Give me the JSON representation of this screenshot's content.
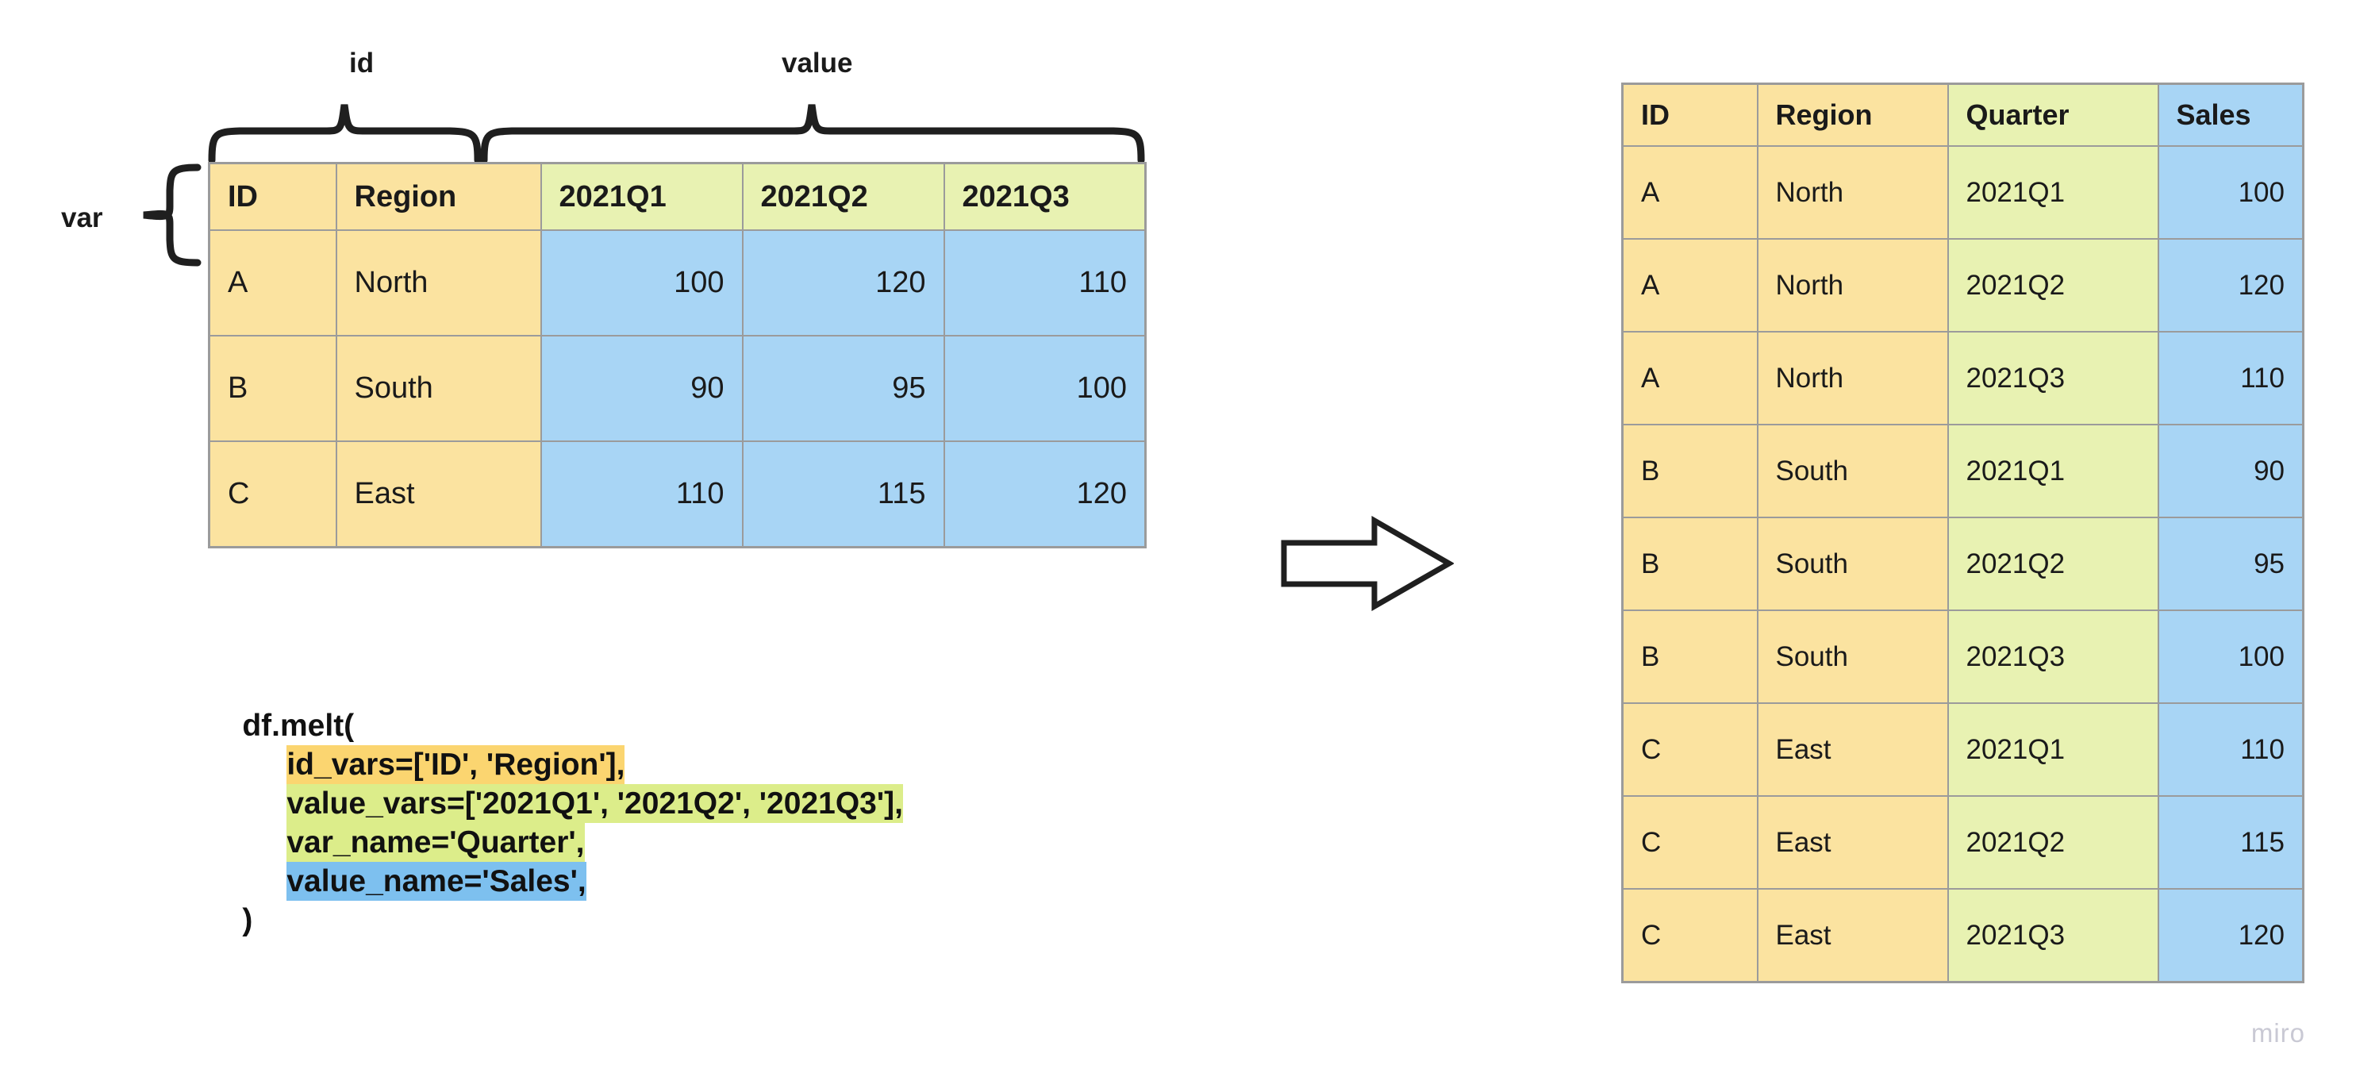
{
  "annotations": {
    "id_label": "id",
    "value_label": "value",
    "var_label": "var"
  },
  "wide_table": {
    "headers": [
      "ID",
      "Region",
      "2021Q1",
      "2021Q2",
      "2021Q3"
    ],
    "rows": [
      [
        "A",
        "North",
        "100",
        "120",
        "110"
      ],
      [
        "B",
        "South",
        "90",
        "95",
        "100"
      ],
      [
        "C",
        "East",
        "110",
        "115",
        "120"
      ]
    ]
  },
  "long_table": {
    "headers": [
      "ID",
      "Region",
      "Quarter",
      "Sales"
    ],
    "rows": [
      [
        "A",
        "North",
        "2021Q1",
        "100"
      ],
      [
        "A",
        "North",
        "2021Q2",
        "120"
      ],
      [
        "A",
        "North",
        "2021Q3",
        "110"
      ],
      [
        "B",
        "South",
        "2021Q1",
        "90"
      ],
      [
        "B",
        "South",
        "2021Q2",
        "95"
      ],
      [
        "B",
        "South",
        "2021Q3",
        "100"
      ],
      [
        "C",
        "East",
        "2021Q1",
        "110"
      ],
      [
        "C",
        "East",
        "2021Q2",
        "115"
      ],
      [
        "C",
        "East",
        "2021Q3",
        "120"
      ]
    ]
  },
  "code": {
    "lines": [
      {
        "text": "df.melt(",
        "highlight": "none",
        "indent": false
      },
      {
        "text": "id_vars=['ID', 'Region'],",
        "highlight": "yellow",
        "indent": true
      },
      {
        "text": "value_vars=['2021Q1', '2021Q2', '2021Q3'],",
        "highlight": "green",
        "indent": true
      },
      {
        "text": "var_name='Quarter',",
        "highlight": "green",
        "indent": true
      },
      {
        "text": "value_name='Sales',",
        "highlight": "blue",
        "indent": true
      },
      {
        "text": ")",
        "highlight": "none",
        "indent": false
      }
    ]
  },
  "colors": {
    "yellow": "#fbe3a0",
    "green": "#e8f2b2",
    "blue": "#a8d5f5",
    "border": "#9b9b9b",
    "ink": "#1f1f1f",
    "highlight_yellow": "#fbd570",
    "highlight_green": "#dced8a",
    "highlight_blue": "#7dc0ef",
    "watermark": "#c9c9d4"
  },
  "watermark": "miro"
}
